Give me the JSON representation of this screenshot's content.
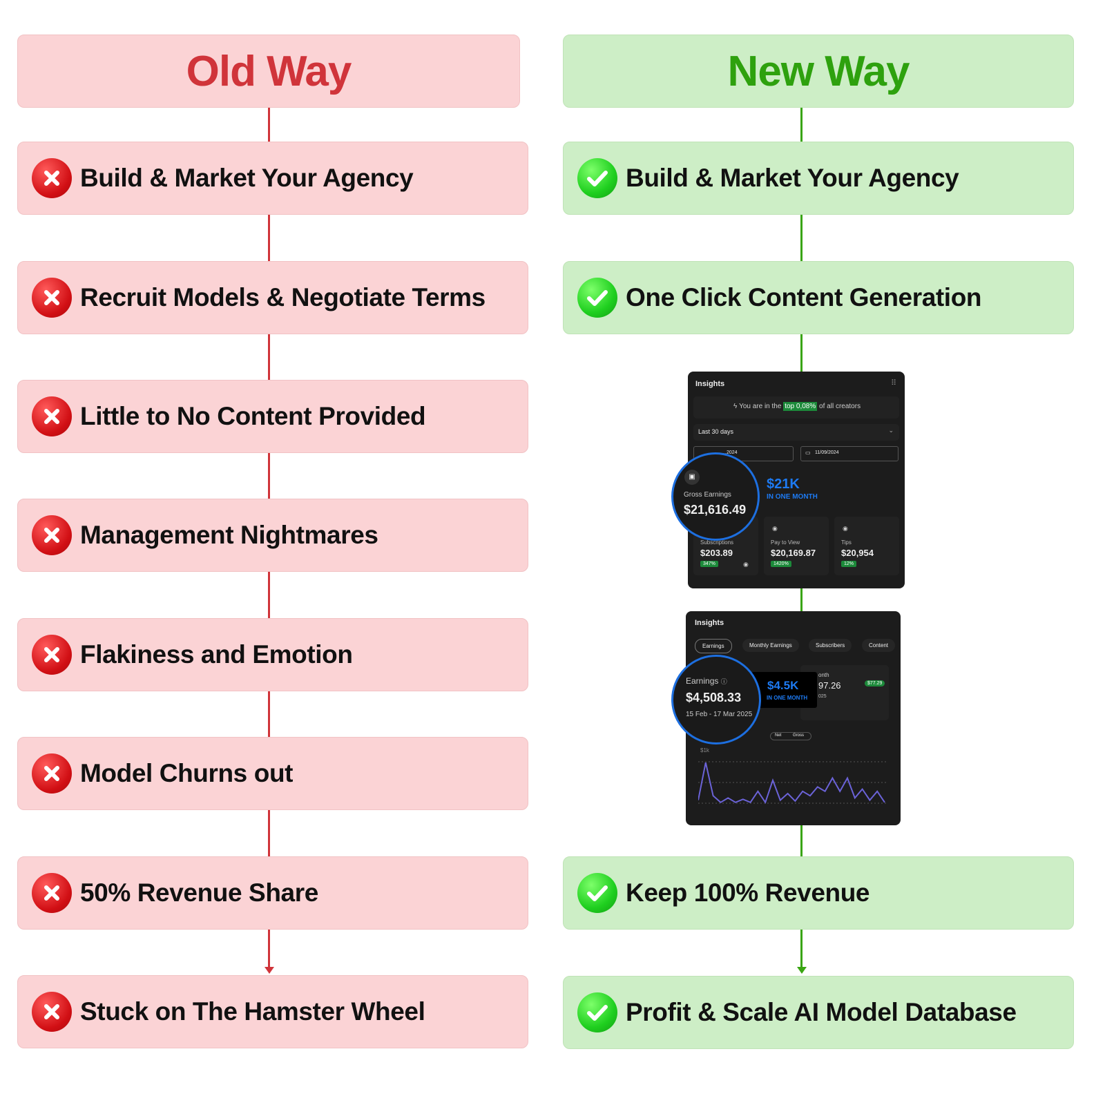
{
  "old_way": {
    "title": "Old Way",
    "items": [
      "Build & Market Your Agency",
      "Recruit Models & Negotiate Terms",
      "Little to No Content Provided",
      "Management Nightmares",
      "Flakiness and Emotion",
      "Model Churns out",
      "50% Revenue Share",
      "Stuck on The Hamster Wheel"
    ]
  },
  "new_way": {
    "title": "New Way",
    "items_top": [
      "Build & Market Your Agency",
      "One Click Content Generation"
    ],
    "items_bottom": [
      "Keep 100% Revenue",
      "Profit & Scale AI Model Database"
    ]
  },
  "card1": {
    "title": "Insights",
    "banner_pre": "You are in the",
    "banner_highlight": "top 0,08%",
    "banner_post": "of all creators",
    "range": "Last 30 days",
    "date_start": "…2024",
    "date_end": "11/09/2024",
    "gross_label": "Gross Earnings",
    "gross_value": "$21,616.49",
    "callout_value": "$21K",
    "callout_label": "IN ONE MONTH",
    "stats": [
      {
        "label": "Subscriptions",
        "value": "$203.89",
        "change": "347%"
      },
      {
        "label": "Pay to View",
        "value": "$20,169.87",
        "change": "1420%"
      },
      {
        "label": "Tips",
        "value": "$20,954",
        "change": "12%"
      }
    ]
  },
  "card2": {
    "title": "Insights",
    "tabs": [
      "Earnings",
      "Monthly Earnings",
      "Subscribers",
      "Content"
    ],
    "earnings_label": "Earnings",
    "earnings_value": "$4,508.33",
    "earnings_range": "15 Feb - 17 Mar 2025",
    "callout_value": "$4.5K",
    "callout_label": "IN ONE MONTH",
    "month_label": "onth",
    "month_value": "97.26",
    "month_year": "025",
    "month_badge": "$77.29",
    "toggle": [
      "Net",
      "Gross"
    ],
    "y_label": "$1k",
    "series": [
      0.1,
      0.95,
      0.2,
      0.05,
      0.15,
      0.05,
      0.12,
      0.05,
      0.3,
      0.05,
      0.55,
      0.1,
      0.25,
      0.08,
      0.3,
      0.2,
      0.4,
      0.3,
      0.6,
      0.3,
      0.6,
      0.15,
      0.35,
      0.1,
      0.3,
      0.05
    ]
  },
  "colors": {
    "red": "#d0343a",
    "green": "#2ea10e",
    "blue": "#1d7af2"
  }
}
